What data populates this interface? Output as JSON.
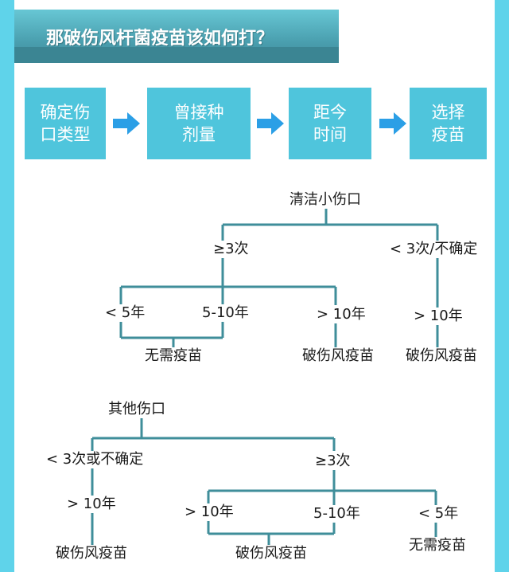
{
  "title": "那破伤风杆菌疫苗该如何打？",
  "steps": [
    {
      "line1": "确定伤",
      "line2": "口类型"
    },
    {
      "line1": "曾接种",
      "line2": "剂量"
    },
    {
      "line1": "距今",
      "line2": "时间"
    },
    {
      "line1": "选择",
      "line2": "疫苗"
    }
  ],
  "tree1": {
    "root": "清洁小伤口",
    "left_branch": "≥3次",
    "right_branch": "< 3次/不确定",
    "lt5": "< 5年",
    "y5_10": "5-10年",
    "gt10_left": "> 10年",
    "gt10_right": "> 10年",
    "no_vaccine": "无需疫苗",
    "vaccine_mid": "破伤风疫苗",
    "vaccine_right": "破伤风疫苗"
  },
  "tree2": {
    "root": "其他伤口",
    "left_branch": "< 3次或不确定",
    "right_branch": "≥3次",
    "gt10_left": "> 10年",
    "vaccine_left": "破伤风疫苗",
    "gt10_mid": "> 10年",
    "y5_10": "5-10年",
    "lt5": "< 5年",
    "vaccine_mid": "破伤风疫苗",
    "no_vaccine": "无需疫苗"
  },
  "colors": {
    "background": "#5fd3ea",
    "step_box": "#4fc5dc",
    "arrow": "#2b9fe6",
    "tree_line": "#3f8e9a"
  }
}
